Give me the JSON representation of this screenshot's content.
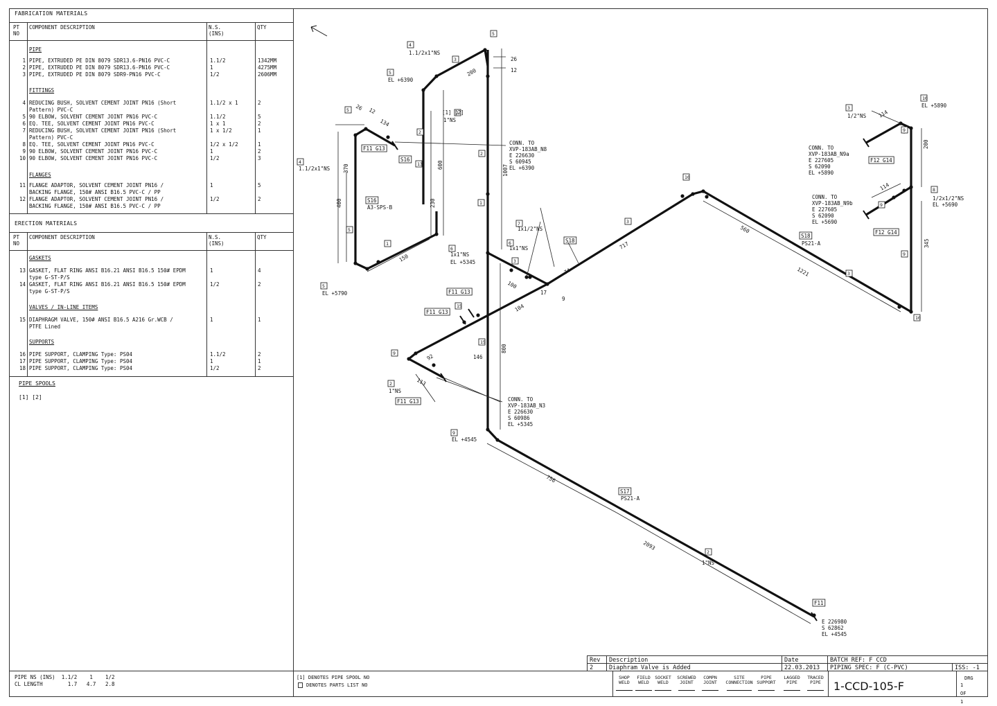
{
  "fabrication": {
    "title": "FABRICATION MATERIALS",
    "headers": {
      "pt": "PT\nNO",
      "desc": "COMPONENT DESCRIPTION",
      "ns": "N.S.\n(INS)",
      "qty": "QTY"
    },
    "groups": {
      "pipe": "PIPE",
      "fittings": "FITTINGS",
      "flanges": "FLANGES"
    },
    "rows": [
      {
        "pt": "1",
        "desc": "PIPE, EXTRUDED PE DIN 8079 SDR13.6-PN16 PVC-C",
        "ns": "1.1/2",
        "qty": "1342MM"
      },
      {
        "pt": "2",
        "desc": "PIPE, EXTRUDED PE DIN 8079 SDR13.6-PN16 PVC-C",
        "ns": "1",
        "qty": "4275MM"
      },
      {
        "pt": "3",
        "desc": "PIPE, EXTRUDED PE DIN 8079 SDR9-PN16 PVC-C",
        "ns": "1/2",
        "qty": "2606MM"
      },
      {
        "pt": "4",
        "desc": "REDUCING BUSH, SOLVENT CEMENT JOINT PN16 (Short\nPattern) PVC-C",
        "ns": "1.1/2 x 1",
        "qty": "2"
      },
      {
        "pt": "5",
        "desc": "90 ELBOW, SOLVENT CEMENT JOINT PN16 PVC-C",
        "ns": "1.1/2",
        "qty": "5"
      },
      {
        "pt": "6",
        "desc": "EQ. TEE, SOLVENT CEMENT JOINT PN16 PVC-C",
        "ns": "1 x 1",
        "qty": "2"
      },
      {
        "pt": "7",
        "desc": "REDUCING BUSH, SOLVENT CEMENT JOINT PN16 (Short\nPattern) PVC-C",
        "ns": "1 x 1/2",
        "qty": "1"
      },
      {
        "pt": "8",
        "desc": "EQ. TEE, SOLVENT CEMENT JOINT PN16 PVC-C",
        "ns": "1/2 x 1/2",
        "qty": "1"
      },
      {
        "pt": "9",
        "desc": "90 ELBOW, SOLVENT CEMENT JOINT PN16 PVC-C",
        "ns": "1",
        "qty": "2"
      },
      {
        "pt": "10",
        "desc": "90 ELBOW, SOLVENT CEMENT JOINT PN16 PVC-C",
        "ns": "1/2",
        "qty": "3"
      },
      {
        "pt": "11",
        "desc": "FLANGE ADAPTOR, SOLVENT CEMENT JOINT PN16 /\nBACKING FLANGE, 150# ANSI B16.5  PVC-C / PP",
        "ns": "1",
        "qty": "5"
      },
      {
        "pt": "12",
        "desc": "FLANGE ADAPTOR, SOLVENT CEMENT JOINT PN16 /\nBACKING FLANGE, 150# ANSI B16.5  PVC-C / PP",
        "ns": "1/2",
        "qty": "2"
      }
    ]
  },
  "erection": {
    "title": "ERECTION MATERIALS",
    "groups": {
      "gaskets": "GASKETS",
      "valves": "VALVES / IN-LINE ITEMS",
      "supports": "SUPPORTS"
    },
    "rows": [
      {
        "pt": "13",
        "desc": "GASKET, FLAT RING ANSI B16.21 ANSI B16.5 150# EPDM\ntype G-ST-P/S",
        "ns": "1",
        "qty": "4"
      },
      {
        "pt": "14",
        "desc": "GASKET, FLAT RING ANSI B16.21 ANSI B16.5 150# EPDM\ntype G-ST-P/S",
        "ns": "1/2",
        "qty": "2"
      },
      {
        "pt": "15",
        "desc": "DIAPHRAGM VALVE, 150# ANSI B16.5 A216 Gr.WCB /\nPTFE Lined",
        "ns": "1",
        "qty": "1"
      },
      {
        "pt": "16",
        "desc": "PIPE SUPPORT, CLAMPING Type: PS04",
        "ns": "1.1/2",
        "qty": "2"
      },
      {
        "pt": "17",
        "desc": "PIPE SUPPORT, CLAMPING Type: PS04",
        "ns": "1",
        "qty": "1"
      },
      {
        "pt": "18",
        "desc": "PIPE SUPPORT, CLAMPING Type: PS04",
        "ns": "1/2",
        "qty": "2"
      }
    ]
  },
  "spools": {
    "title": "PIPE SPOOLS",
    "list": "[1] [2]"
  },
  "footer": {
    "ns_line": "PIPE NS (INS)  1.1/2    1    1/2",
    "cl_line": "CL LENGTH        1.7   4.7   2.8",
    "note1": "[1] DENOTES PIPE SPOOL NO",
    "note2": "DENOTES PARTS LIST NO"
  },
  "title_block": {
    "rev_header": "Rev",
    "desc_header": "Description",
    "date_header": "Date",
    "rev": "2",
    "description": "Diaphram Valve is Added",
    "date": "22.03.2013",
    "batch_ref": "BATCH REF: F CCD",
    "piping_spec": "PIPING SPEC: F (C-PVC)",
    "iss": "ISS: -1",
    "dwg_label": "DRG",
    "dwg_of": "1 OF 1",
    "drawing_number": "1-CCD-105-F",
    "legend": [
      "SHOP\nWELD",
      "FIELD\nWELD",
      "SOCKET\nWELD",
      "SCREWED\nJOINT",
      "COMPN\nJOINT",
      "SITE\nCONNECTION",
      "PIPE\nSUPPORT",
      "LAGGED\nPIPE",
      "TRACED\nPIPE"
    ]
  },
  "drawing": {
    "north": "N",
    "labels": {
      "ns_112x1_top": "1.1/2x1\"NS",
      "el_6390": "EL +6390",
      "d26": "26",
      "d12": "12",
      "d200": "200",
      "spool12": "[1] [2]",
      "ns1_top": "1\"NS",
      "conn_n8": "CONN. TO\nXVP-183AB_N8\nE 226630\nS 60945\nEL +6390",
      "d26b": "26",
      "d12b": "12",
      "d134": "134",
      "f11g13_a": "F11 G13",
      "s16a": "S16",
      "ns_112x1_left": "1.1/2x1\"NS",
      "d370": "370",
      "d400": "400",
      "d600": "600",
      "d230": "230",
      "d1007": "1007",
      "s16b": "S16",
      "a3sps": "A3-SPS-B",
      "d150": "150",
      "el_5790": "EL +5790",
      "ns1x1": "1x1\"NS",
      "el_5345a": "EL +5345",
      "ns1x12": "1x1/2\"NS",
      "ns1x1b": "1x1\"NS",
      "s18a": "S18",
      "d717": "717",
      "d74": "74",
      "d100": "100",
      "d17": "17",
      "d9": "9",
      "f11g13_b": "F11 G13",
      "f11g13_c": "F11 G13",
      "d104": "104",
      "d146": "146",
      "d92": "92",
      "d113": "113",
      "ns1_bot": "1\"NS",
      "f11g13_d": "F11 G13",
      "d800": "800",
      "conn_n3": "CONN. TO\nXVP-183AB_N3\nE 226630\nS 60986\nEL +5345",
      "el_4545": "EL +4545",
      "d756": "756",
      "s17": "S17",
      "ps21a_b": "PS21-A",
      "d2093": "2093",
      "ns1_long": "1\"NS",
      "f11_end": "F11",
      "end_coords": "E 226980\nS 62862\nEL +4545",
      "d560": "560",
      "s18b": "S18",
      "ps21a": "PS21-A",
      "d1221": "1221",
      "ns12_a": "1/2\"NS",
      "d114a": "114",
      "el_5890": "EL +5890",
      "conn_n9a": "CONN. TO\nXVP-183AB_N9a\nE 227605\nS 62090\nEL +5890",
      "f12g14_a": "F12 G14",
      "d200b": "200",
      "d114b": "114",
      "ns112x12": "1/2x1/2\"NS",
      "el_5690": "EL +5690",
      "conn_n9b": "CONN. TO\nXVP-183AB_N9b\nE 227605\nS 62090\nEL +5690",
      "f12g14_b": "F12 G14",
      "d345": "345"
    }
  }
}
